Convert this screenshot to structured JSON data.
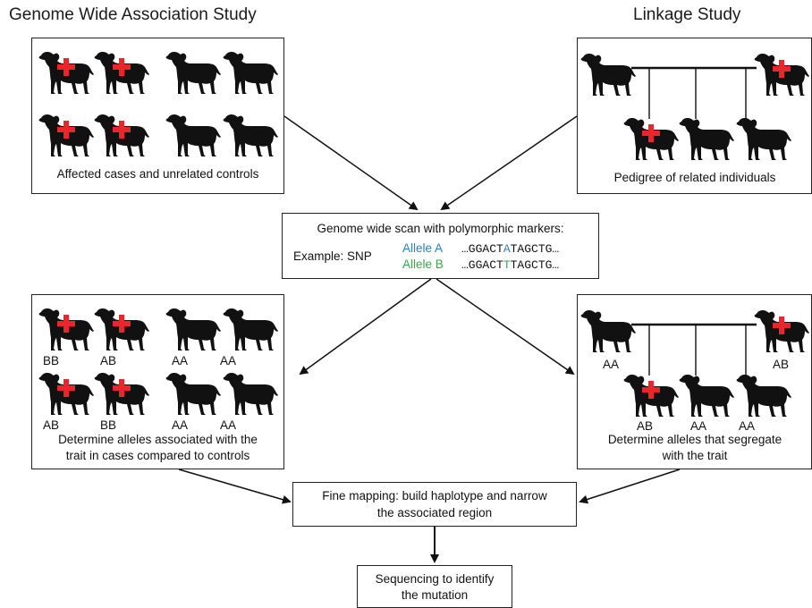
{
  "titles": {
    "gwas": "Genome Wide Association Study",
    "linkage": "Linkage Study"
  },
  "gwas_top": {
    "caption": "Affected cases and unrelated controls"
  },
  "linkage_top": {
    "caption": "Pedigree of related individuals"
  },
  "scan": {
    "heading": "Genome wide scan with polymorphic markers:",
    "example_label": "Example: SNP",
    "allele_a": {
      "name": "Allele A",
      "pre": "…GGACT",
      "base": "A",
      "post": "TAGCTG…",
      "color": "#2a7fc4"
    },
    "allele_b": {
      "name": "Allele B",
      "pre": "…GGACT",
      "base": "T",
      "post": "TAGCTG…",
      "color": "#3aa64a"
    }
  },
  "gwas_mid": {
    "row1_genotypes": [
      "BB",
      "AB",
      "AA",
      "AA"
    ],
    "row2_genotypes": [
      "AB",
      "BB",
      "AA",
      "AA"
    ],
    "caption_line1": "Determine alleles associated with the",
    "caption_line2": "trait in cases compared to controls"
  },
  "linkage_mid": {
    "parent_left": "AA",
    "parent_right": "AB",
    "children": [
      "AB",
      "AA",
      "AA"
    ],
    "caption_line1": "Determine alleles that segregate",
    "caption_line2": "with the trait"
  },
  "fine_mapping": {
    "line1": "Fine mapping: build haplotype and narrow",
    "line2": "the associated region"
  },
  "sequencing": {
    "line1": "Sequencing to identify",
    "line2": "the mutation"
  },
  "colors": {
    "affected_cross": "#e8262b",
    "dog": "#111111",
    "allele_a": "#2a7fc4",
    "allele_b": "#3aa64a"
  }
}
